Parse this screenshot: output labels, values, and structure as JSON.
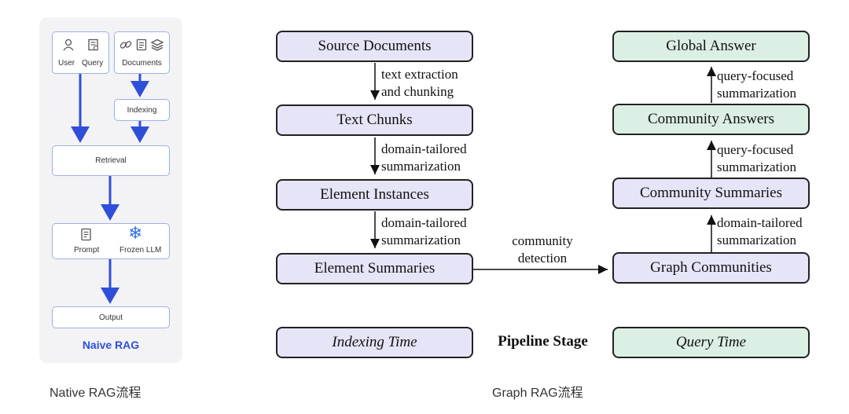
{
  "naive_rag": {
    "title": "Naive RAG",
    "user": "User",
    "query": "Query",
    "documents": "Documents",
    "indexing": "Indexing",
    "retrieval": "Retrieval",
    "prompt": "Prompt",
    "frozen_llm": "Frozen LLM",
    "output": "Output"
  },
  "graph_rag": {
    "source_documents": "Source Documents",
    "text_chunks": "Text Chunks",
    "element_instances": "Element Instances",
    "element_summaries": "Element Summaries",
    "graph_communities": "Graph Communities",
    "community_summaries": "Community Summaries",
    "community_answers": "Community Answers",
    "global_answer": "Global Answer",
    "edge_text_extraction_1": "text extraction",
    "edge_text_extraction_2": "and chunking",
    "edge_domain_1a": "domain-tailored",
    "edge_domain_1b": "summarization",
    "edge_domain_2a": "domain-tailored",
    "edge_domain_2b": "summarization",
    "edge_community_a": "community",
    "edge_community_b": "detection",
    "edge_domain_3a": "domain-tailored",
    "edge_domain_3b": "summarization",
    "edge_query_1a": "query-focused",
    "edge_query_1b": "summarization",
    "edge_query_2a": "query-focused",
    "edge_query_2b": "summarization",
    "legend_indexing": "Indexing Time",
    "legend_pipeline": "Pipeline Stage",
    "legend_query": "Query Time"
  },
  "captions": {
    "left": "Native RAG流程",
    "right": "Graph RAG流程"
  },
  "colors": {
    "naive_accent": "#2f4fd9",
    "stage_purple": "#e6e4f7",
    "stage_green": "#dcefe4"
  }
}
